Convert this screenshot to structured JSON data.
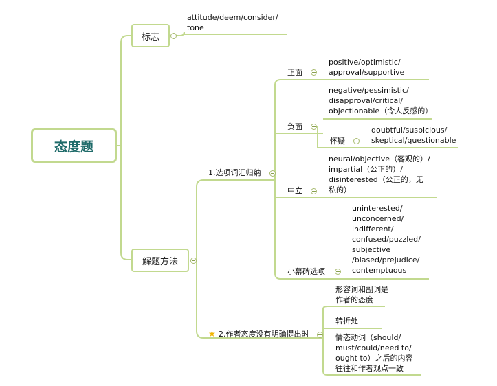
{
  "root": {
    "label": "态度题"
  },
  "biaozhi": {
    "label": "标志",
    "content": [
      "attitude/deem/consider/",
      "tone"
    ]
  },
  "jieti": {
    "label": "解题方法",
    "method1": {
      "label": "1.选项词汇归纳",
      "zhengmian": {
        "label": "正面",
        "content": [
          "positive/optimistic/",
          "approval/supportive"
        ]
      },
      "fumian": {
        "label": "负面",
        "content": [
          "negative/pessimistic/",
          "disapproval/critical/",
          "objectionable（令人反感的）"
        ],
        "huaiyi": {
          "label": "怀疑",
          "content": [
            "doubtful/suspicious/",
            "skeptical/questionable"
          ]
        }
      },
      "zhongli": {
        "label": "中立",
        "content": [
          "neural/objective（客观的）/",
          "impartial（公正的）/",
          "disinterested（公正的，无",
          " 私的）"
        ]
      },
      "xiaomubei": {
        "label": "小幕碑选项",
        "content": [
          "uninterested/",
          "unconcerned/",
          "indifferent/",
          "confused/puzzled/",
          "subjective",
          "/biased/prejudice/",
          "contemptuous"
        ]
      }
    },
    "method2": {
      "label": "2.作者态度没有明确提出时",
      "star_icon": "star-icon",
      "items": [
        [
          "形容词和副词是",
          "作者的态度"
        ],
        [
          "转折处"
        ],
        [
          "情态动词（should/",
          "must/could/need to/",
          "ought to）之后的内容",
          "往往和作者观点一致"
        ]
      ]
    }
  },
  "colors": {
    "line": "#c2d98f",
    "root_text": "#1f6b6a",
    "star": "#f0b400"
  }
}
